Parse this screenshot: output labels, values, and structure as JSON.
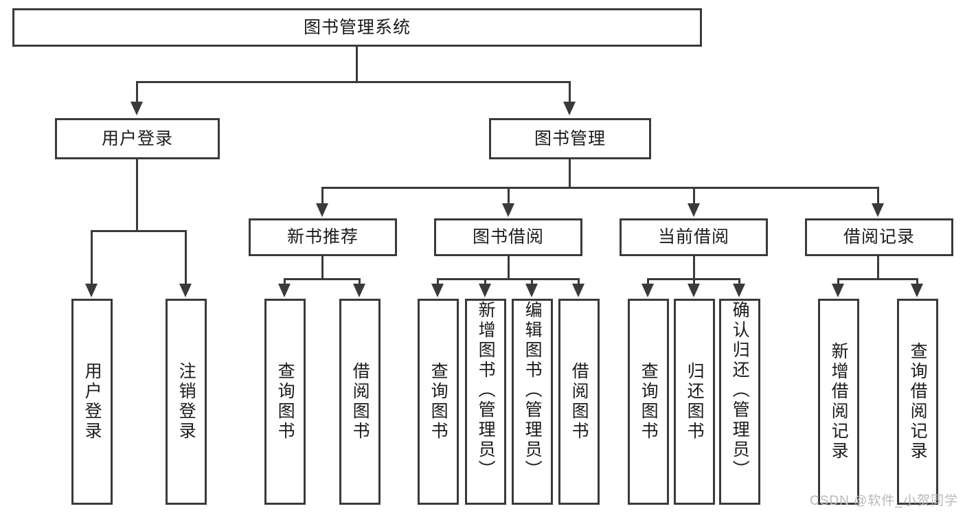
{
  "diagram": {
    "type": "tree",
    "title": "图书管理系统",
    "root": {
      "label": "图书管理系统"
    },
    "level1": [
      {
        "label": "用户登录"
      },
      {
        "label": "图书管理"
      }
    ],
    "level2": [
      {
        "label": "新书推荐"
      },
      {
        "label": "图书借阅"
      },
      {
        "label": "当前借阅"
      },
      {
        "label": "借阅记录"
      }
    ],
    "leaves": {
      "user_login": [
        {
          "label": "用户登录"
        },
        {
          "label": "注销登录"
        }
      ],
      "new_book_recommend": [
        {
          "label": "查询图书"
        },
        {
          "label": "借阅图书"
        }
      ],
      "book_borrow": [
        {
          "label": "查询图书"
        },
        {
          "label": "新增图书（管理员）"
        },
        {
          "label": "编辑图书（管理员）"
        },
        {
          "label": "借阅图书"
        }
      ],
      "current_borrow": [
        {
          "label": "查询图书"
        },
        {
          "label": "归还图书"
        },
        {
          "label": "确认归还（管理员）"
        }
      ],
      "borrow_record": [
        {
          "label": "新增借阅记录"
        },
        {
          "label": "查询借阅记录"
        }
      ]
    }
  },
  "watermark": {
    "text": "CSDN @软件_小贺同学"
  },
  "colors": {
    "stroke": "#3a3a3a",
    "fill": "#ffffff",
    "text": "#1b1b1b",
    "watermark": "#b9b9b9"
  }
}
